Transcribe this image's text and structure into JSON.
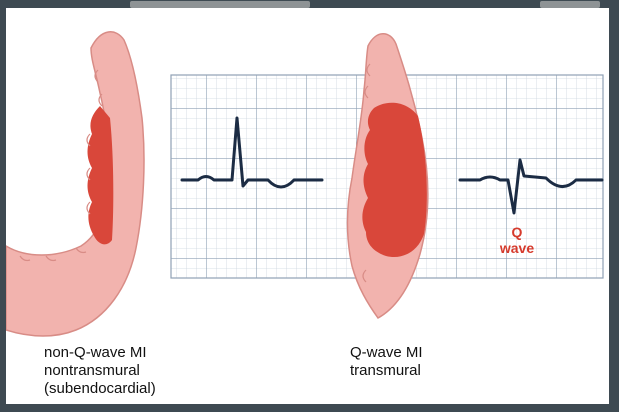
{
  "left_label": {
    "line1": "non-Q-wave MI",
    "line2": "nontransmural",
    "line3": "(subendocardial)"
  },
  "right_label": {
    "line1": "Q-wave MI",
    "line2": "transmural"
  },
  "q_annotation": {
    "line1": "Q",
    "line2": "wave"
  },
  "colors": {
    "tissue": "#f2b3ae",
    "tissue_edge": "#d88c86",
    "infarct": "#d9473a",
    "ecg_line": "#1c2c44",
    "grid_major": "#8fa1b5",
    "grid_minor": "#cdd6e0",
    "q_label": "#d63a2c"
  }
}
